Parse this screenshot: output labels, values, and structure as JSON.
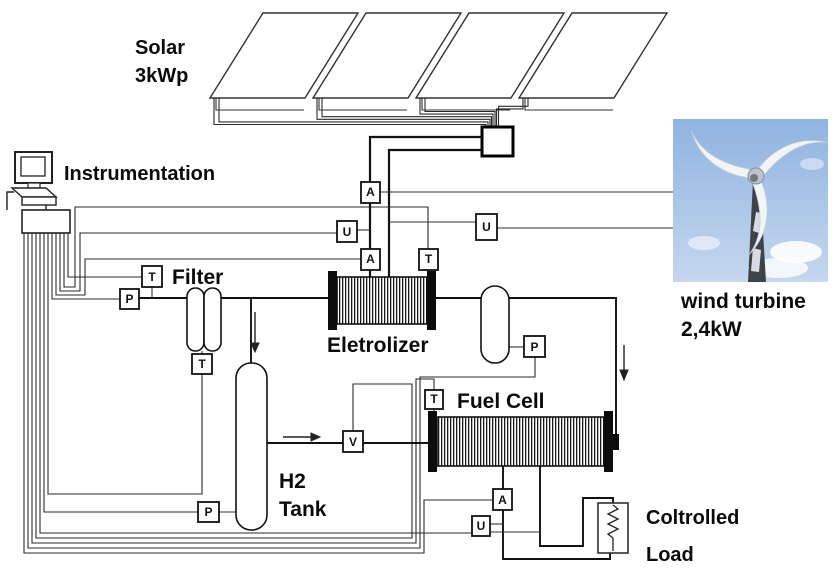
{
  "diagram": {
    "labels": {
      "solar_line1": "Solar",
      "solar_line2": "3kWp",
      "instrumentation": "Instrumentation",
      "filter": "Filter",
      "electrolyzer": "Eletrolizer",
      "h2_line1": "H2",
      "h2_line2": "Tank",
      "fuel_cell": "Fuel Cell",
      "wind_line1": "wind turbine",
      "wind_line2": "2,4kW",
      "load_line1": "Coltrolled",
      "load_line2": "Load"
    },
    "sensors": [
      {
        "id": "ammeter-solar",
        "label": "A"
      },
      {
        "id": "voltmeter-solar",
        "label": "U"
      },
      {
        "id": "ammeter-electrolyzer",
        "label": "A"
      },
      {
        "id": "temp-electrolyzer",
        "label": "T"
      },
      {
        "id": "voltmeter-wind",
        "label": "U"
      },
      {
        "id": "temp-filter",
        "label": "T"
      },
      {
        "id": "pressure-filter",
        "label": "P"
      },
      {
        "id": "temp-filter-outlet",
        "label": "T"
      },
      {
        "id": "pressure-separator",
        "label": "P"
      },
      {
        "id": "temp-fuel-cell",
        "label": "T"
      },
      {
        "id": "valve-h2",
        "label": "V"
      },
      {
        "id": "pressure-tank",
        "label": "P"
      },
      {
        "id": "ammeter-fuel-cell",
        "label": "A"
      },
      {
        "id": "voltmeter-fuel-cell",
        "label": "U"
      }
    ],
    "colors": {
      "line": "#111111",
      "sky_top": "#8fb3e1",
      "sky_bottom": "#c6d7ee",
      "blade": "#f2f5f8",
      "pole": "#3d434b",
      "cloud": "#ffffff"
    }
  }
}
